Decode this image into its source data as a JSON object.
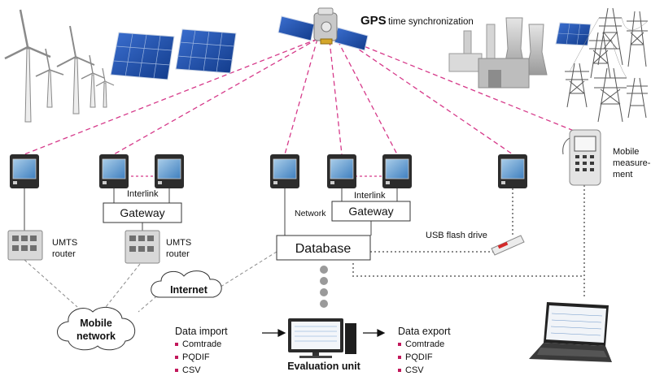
{
  "header": {
    "gps_title": "GPS",
    "gps_subtitle": "time synchronization"
  },
  "labels": {
    "interlink_left": "Interlink",
    "interlink_right": "Interlink",
    "gateway_left": "Gateway",
    "gateway_right": "Gateway",
    "network": "Network",
    "database": "Database",
    "usb": "USB flash drive",
    "umts1_line1": "UMTS",
    "umts1_line2": "router",
    "umts2_line1": "UMTS",
    "umts2_line2": "router",
    "internet": "Internet",
    "mobile_network_line1": "Mobile",
    "mobile_network_line2": "network",
    "mobile_measurement_line1": "Mobile",
    "mobile_measurement_line2": "measure-",
    "mobile_measurement_line3": "ment",
    "evaluation_unit": "Evaluation unit",
    "data_import": {
      "title": "Data import",
      "items": [
        "Comtrade",
        "PQDIF",
        "CSV"
      ]
    },
    "data_export": {
      "title": "Data export",
      "items": [
        "Comtrade",
        "PQDIF",
        "CSV"
      ]
    }
  },
  "colors": {
    "gps_link": "#d63a8a",
    "bullet": "#c2185b",
    "solar": "#1d4fa8",
    "device_frame": "#2c2c2c",
    "device_screen": "#6fa6d6"
  }
}
